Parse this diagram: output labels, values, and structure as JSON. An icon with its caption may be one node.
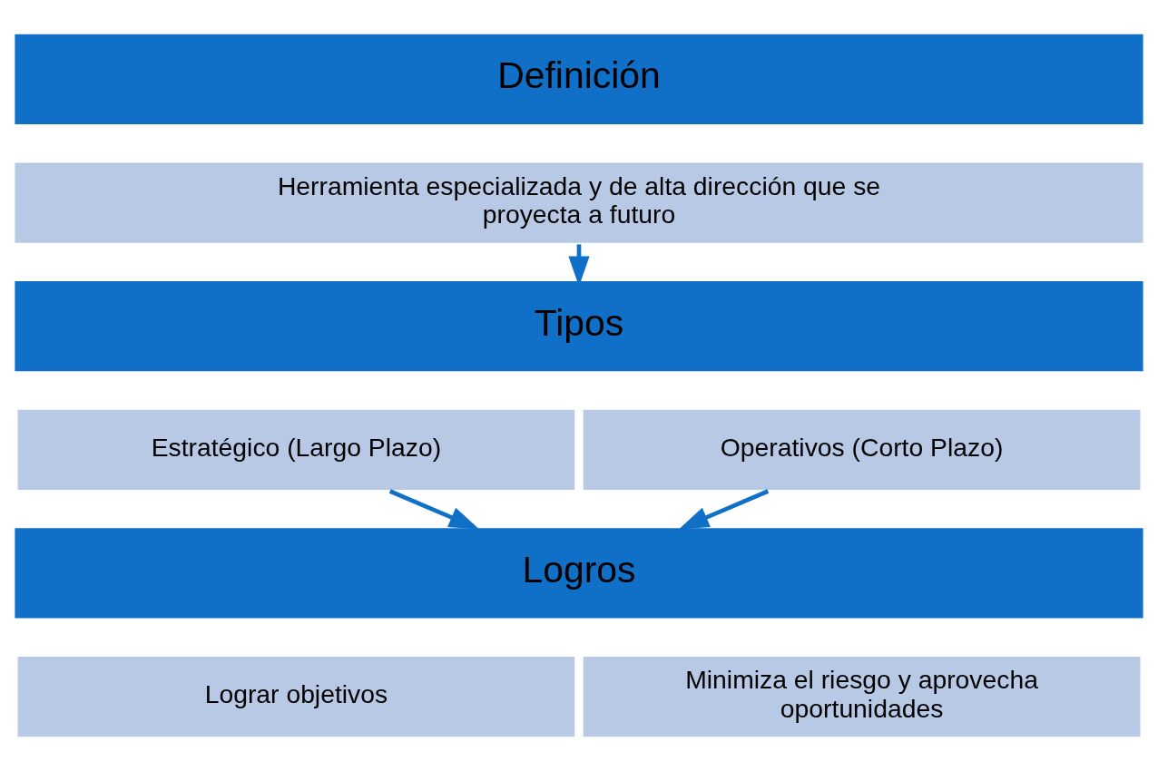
{
  "diagram": {
    "nodes": [
      {
        "text": [
          "Definición"
        ]
      },
      {
        "text": [
          "Herramienta especializada y de alta dirección que se proyecta a futuro"
        ]
      },
      {
        "text": [
          "Tipos"
        ]
      },
      {
        "text": [
          "Estratégico (Largo Plazo)"
        ]
      },
      {
        "text": [
          "Operativos (Corto Plazo)"
        ]
      },
      {
        "text": [
          "Logros"
        ]
      },
      {
        "text": [
          "Lograr objetivos"
        ]
      },
      {
        "text": [
          "Minimiza el riesgo y aprovecha oportunidades"
        ]
      }
    ],
    "edges": [
      {
        "from": 1,
        "to": 2,
        "arrow": "to"
      },
      {
        "from": 3,
        "to": 5,
        "arrow": "to"
      },
      {
        "from": 4,
        "to": 5,
        "arrow": "to"
      }
    ]
  }
}
